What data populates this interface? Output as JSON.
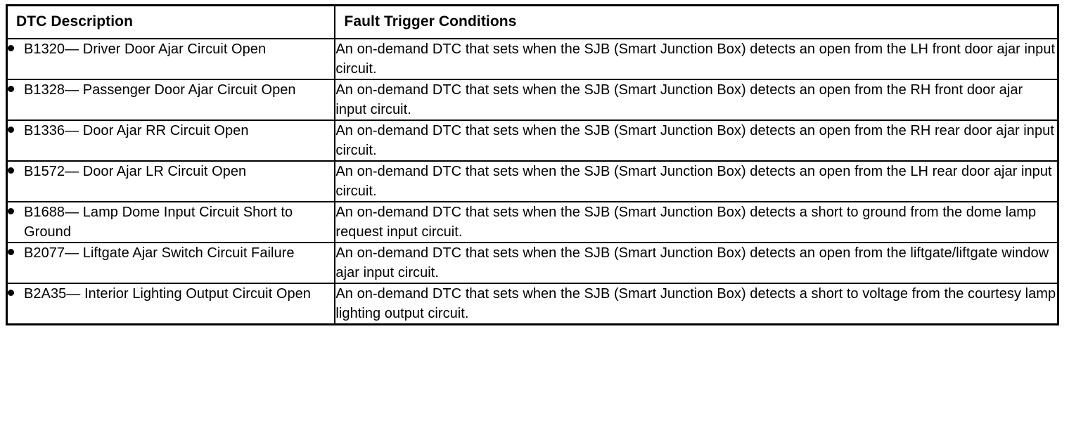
{
  "document": {
    "title": "DTC Description and Fault Trigger Conditions",
    "type": "table"
  },
  "table": {
    "columns": [
      {
        "key": "description",
        "label": "DTC Description"
      },
      {
        "key": "condition",
        "label": "Fault Trigger Conditions"
      }
    ],
    "bullet_icon": "filled-circle-bullet",
    "rows": [
      {
        "description": "B1320— Driver Door Ajar Circuit Open",
        "condition": "An on-demand DTC that sets when the SJB (Smart Junction Box) detects an open from the LH front door ajar input circuit."
      },
      {
        "description": "B1328— Passenger Door Ajar Circuit Open",
        "condition": "An on-demand DTC that sets when the SJB (Smart Junction Box) detects an open from the RH front door ajar input circuit."
      },
      {
        "description": "B1336— Door Ajar RR Circuit Open",
        "condition": "An on-demand DTC that sets when the SJB (Smart Junction Box) detects an open from the RH rear door ajar input circuit."
      },
      {
        "description": "B1572— Door Ajar LR Circuit Open",
        "condition": "An on-demand DTC that sets when the SJB (Smart Junction Box) detects an open from the LH rear door ajar input circuit."
      },
      {
        "description": "B1688— Lamp Dome Input Circuit Short to Ground",
        "condition": "An on-demand DTC that sets when the SJB (Smart Junction Box) detects a short to ground from the dome lamp request input circuit."
      },
      {
        "description": "B2077— Liftgate Ajar Switch Circuit Failure",
        "condition": "An on-demand DTC that sets when the SJB (Smart Junction Box) detects an open from the liftgate/liftgate window ajar input circuit."
      },
      {
        "description": "B2A35— Interior Lighting Output Circuit Open",
        "condition": "An on-demand DTC that sets when the SJB (Smart Junction Box) detects a short to voltage from the courtesy lamp lighting output circuit."
      }
    ]
  },
  "colors": {
    "border": "#000000",
    "text": "#000000",
    "background": "#ffffff"
  }
}
